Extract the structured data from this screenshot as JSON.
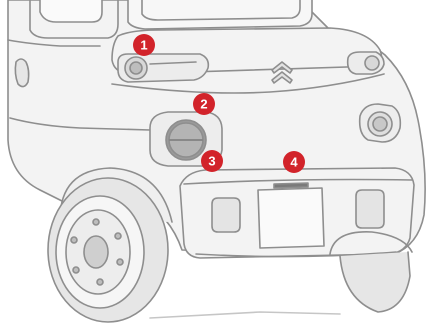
{
  "diagram": {
    "subject": "rear-corner-of-small-electric-vehicle",
    "colors": {
      "line": "#8e8e8e",
      "body_fill": "#f3f3f3",
      "shade_fill": "#dcdcdc",
      "dark_fill": "#9a9a9a",
      "marker": "#d2232a",
      "marker_text": "#ffffff"
    },
    "markers": [
      {
        "label": "1",
        "target": "rear-light-cluster"
      },
      {
        "label": "2",
        "target": "charging-flap"
      },
      {
        "label": "3",
        "target": "charging-socket"
      },
      {
        "label": "4",
        "target": "number-plate-light"
      }
    ]
  }
}
